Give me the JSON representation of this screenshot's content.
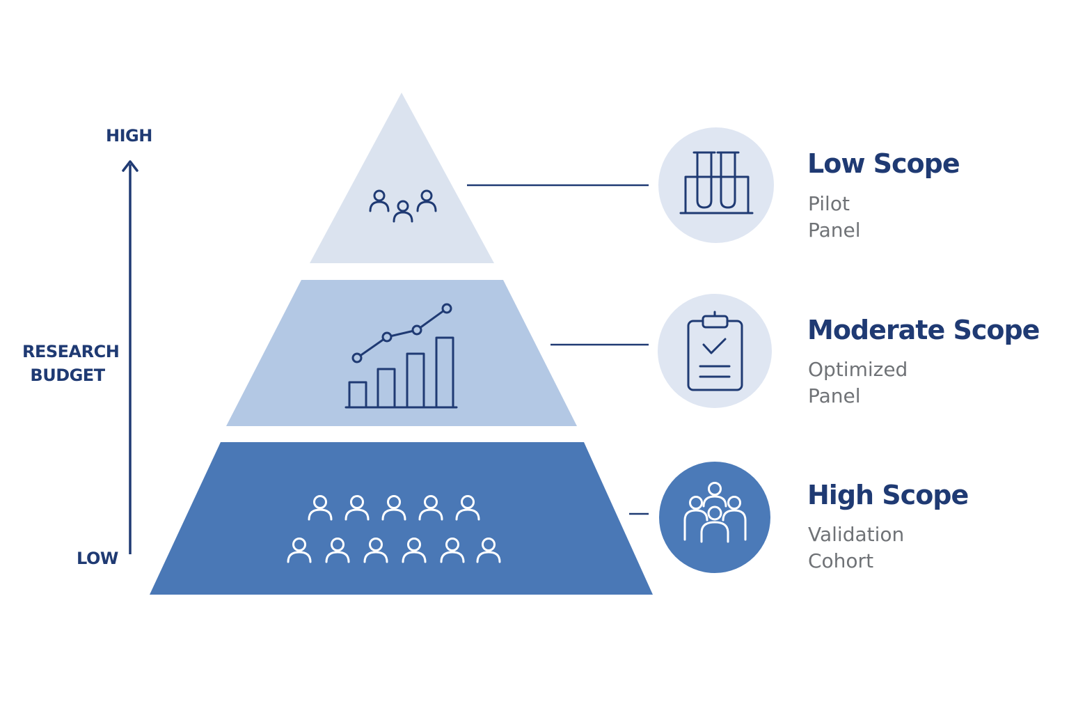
{
  "axis": {
    "high_label": "HIGH",
    "low_label": "LOW",
    "title_line1": "RESEARCH",
    "title_line2": "BUDGET"
  },
  "tiers": [
    {
      "title": "Low Scope",
      "subtitle_line1": "Pilot",
      "subtitle_line2": "Panel",
      "pyramid_icon": "small-group-icon",
      "badge_icon": "test-tubes-icon"
    },
    {
      "title": "Moderate Scope",
      "subtitle_line1": "Optimized",
      "subtitle_line2": "Panel",
      "pyramid_icon": "growth-chart-icon",
      "badge_icon": "clipboard-check-icon"
    },
    {
      "title": "High Scope",
      "subtitle_line1": "Validation",
      "subtitle_line2": "Cohort",
      "pyramid_icon": "large-crowd-icon",
      "badge_icon": "group-icon"
    }
  ],
  "colors": {
    "navy": "#1f3a73",
    "tier_top": "#dbe3ef",
    "tier_middle": "#b3c8e4",
    "tier_bottom": "#4a78b6",
    "badge_light": "#dfe6f2",
    "badge_dark": "#4b7ab8",
    "subtitle_gray": "#6f7276"
  }
}
